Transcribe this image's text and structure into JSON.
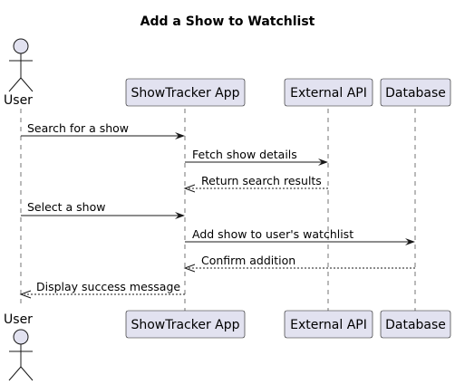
{
  "diagram": {
    "title": "Add a Show to Watchlist",
    "participants": [
      {
        "id": "user",
        "label": "User",
        "kind": "actor"
      },
      {
        "id": "app",
        "label": "ShowTracker App",
        "kind": "participant"
      },
      {
        "id": "api",
        "label": "External API",
        "kind": "participant"
      },
      {
        "id": "db",
        "label": "Database",
        "kind": "participant"
      }
    ],
    "messages": [
      {
        "from": "user",
        "to": "app",
        "text": "Search for a show",
        "style": "solid"
      },
      {
        "from": "app",
        "to": "api",
        "text": "Fetch show details",
        "style": "solid"
      },
      {
        "from": "api",
        "to": "app",
        "text": "Return search results",
        "style": "dashed"
      },
      {
        "from": "user",
        "to": "app",
        "text": "Select a show",
        "style": "solid"
      },
      {
        "from": "app",
        "to": "db",
        "text": "Add show to user's watchlist",
        "style": "solid"
      },
      {
        "from": "db",
        "to": "app",
        "text": "Confirm addition",
        "style": "dashed"
      },
      {
        "from": "app",
        "to": "user",
        "text": "Display success message",
        "style": "dashed"
      }
    ],
    "colors": {
      "participant_fill": "#e2e2f0",
      "line": "#181818"
    }
  }
}
